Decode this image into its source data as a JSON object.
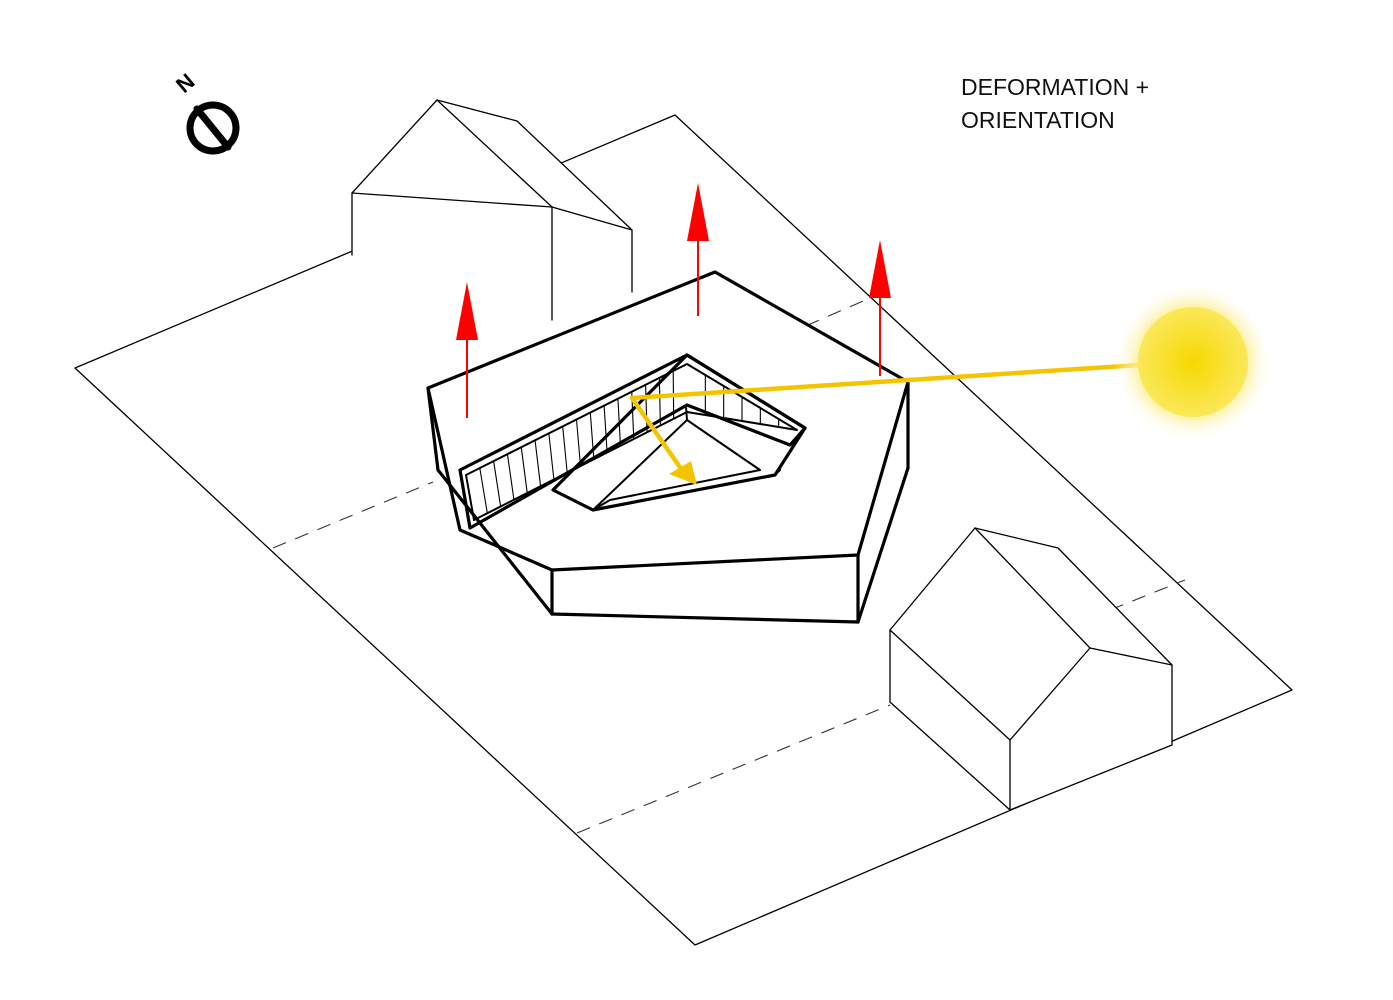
{
  "title": {
    "line1": "DEFORMATION +",
    "line2": "ORIENTATION"
  },
  "north": {
    "letter": "N",
    "icon": "north-arrow-icon"
  },
  "colors": {
    "lift_arrow": "#ff0000",
    "sun_ray": "#f5c400",
    "sun": "#f7dc00",
    "line": "#000000"
  },
  "icons": [
    "north-arrow-icon",
    "sun-icon",
    "lift-arrow-icon",
    "sun-ray-icon"
  ]
}
